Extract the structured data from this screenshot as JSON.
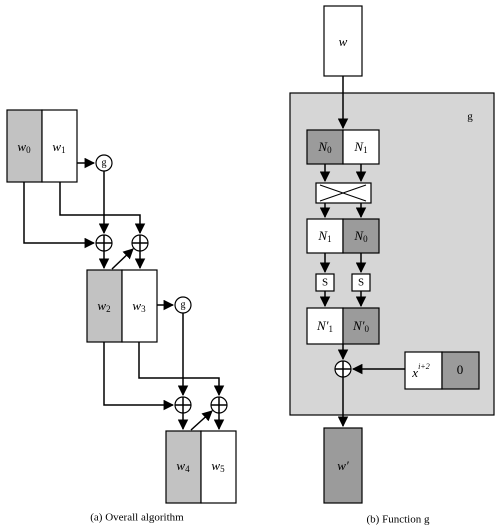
{
  "overall": {
    "caption": "(a) Overall algorithm",
    "w0": {
      "base": "w",
      "sub": "0"
    },
    "w1": {
      "base": "w",
      "sub": "1"
    },
    "w2": {
      "base": "w",
      "sub": "2"
    },
    "w3": {
      "base": "w",
      "sub": "3"
    },
    "w4": {
      "base": "w",
      "sub": "4"
    },
    "w5": {
      "base": "w",
      "sub": "5"
    },
    "g": "g"
  },
  "function_g": {
    "caption": "(b) Function g",
    "input": "w",
    "output": "w′",
    "panel_label": "g",
    "n0": {
      "base": "N",
      "sub": "0"
    },
    "n1": {
      "base": "N",
      "sub": "1"
    },
    "n1_swap": {
      "base": "N",
      "sub": "1"
    },
    "n0_swap": {
      "base": "N",
      "sub": "0"
    },
    "s_box": "S",
    "n1p": {
      "base": "N′",
      "sub": "1"
    },
    "n0p": {
      "base": "N′",
      "sub": "0"
    },
    "x": {
      "base": "x",
      "sup": "i+2"
    },
    "zero": "0"
  }
}
